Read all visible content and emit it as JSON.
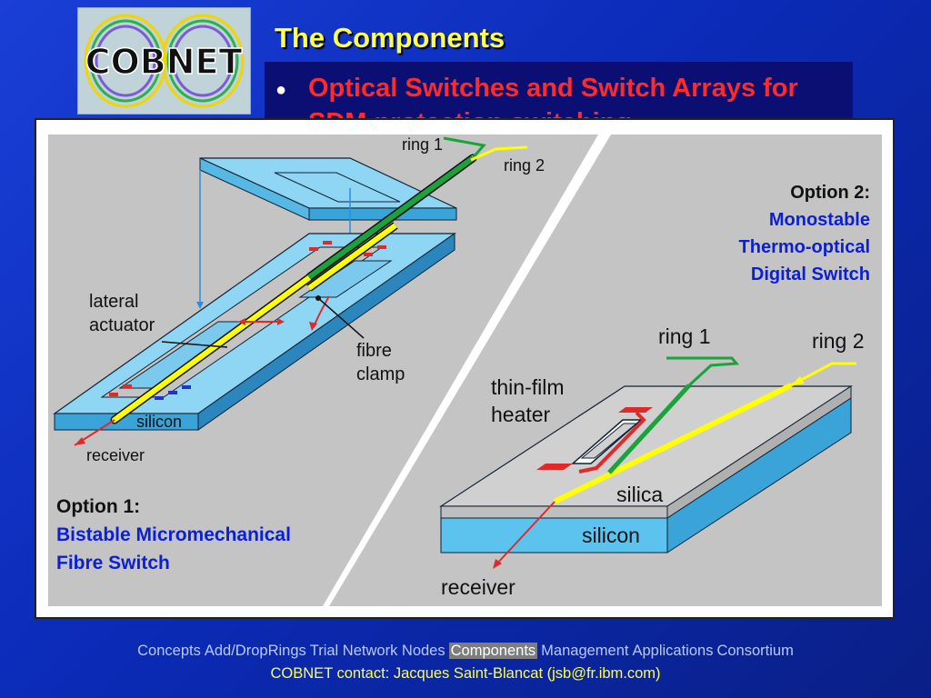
{
  "slide": {
    "title": "The Components",
    "bullet": "Optical Switches and Switch Arrays for SDM protection switching"
  },
  "logo": {
    "text": "COBNET"
  },
  "figure": {
    "option1": {
      "heading": "Option 1:",
      "line1": "Bistable Micromechanical",
      "line2": "Fibre Switch",
      "labels": {
        "ring1": "ring 1",
        "ring2": "ring 2",
        "lateral": "lateral",
        "actuator": "actuator",
        "fibre": "fibre",
        "clamp": "clamp",
        "silicon": "silicon",
        "receiver": "receiver"
      }
    },
    "option2": {
      "heading": "Option 2:",
      "line1": "Monostable",
      "line2": "Thermo-optical",
      "line3": "Digital Switch",
      "labels": {
        "ring1": "ring 1",
        "ring2": "ring 2",
        "thinfilm": "thin-film",
        "heater": "heater",
        "silica": "silica",
        "silicon": "silicon",
        "receiver": "receiver"
      }
    }
  },
  "footer": {
    "nav": [
      "Concepts",
      "Add/DropRings",
      "Trial Network Nodes",
      "Components",
      "Management",
      "Applications",
      "Consortium"
    ],
    "active": "Components",
    "contact": "COBNET contact: Jacques Saint-Blancat (jsb@fr.ibm.com)"
  },
  "colors": {
    "title": "#ffff4a",
    "bullet": "#ff2a2a",
    "label_blue": "#0a1fd6",
    "substrate": "#5cc3ee",
    "fibre_yellow": "#ffff00",
    "fibre_green": "#1aa33a"
  }
}
